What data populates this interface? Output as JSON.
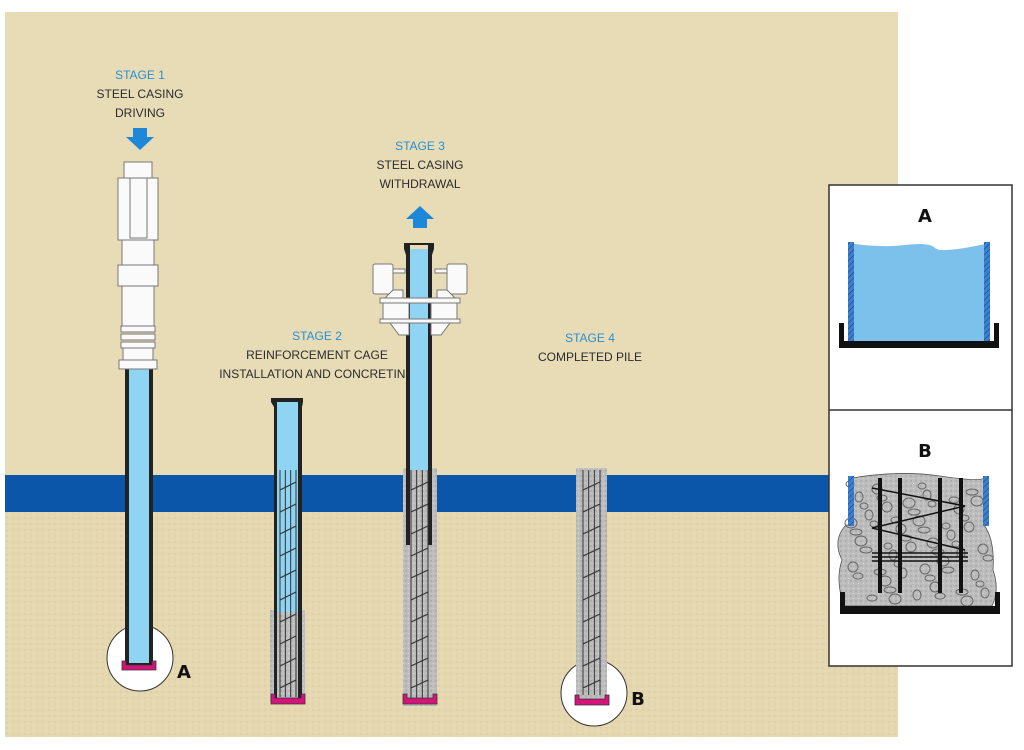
{
  "stages": [
    {
      "stage": "STAGE 1",
      "line1": "STEEL CASING",
      "line2": "DRIVING"
    },
    {
      "stage": "STAGE 2",
      "line1": "REINFORCEMENT CAGE",
      "line2": "INSTALLATION AND CONCRETING"
    },
    {
      "stage": "STAGE 3",
      "line1": "STEEL CASING",
      "line2": "WITHDRAWAL"
    },
    {
      "stage": "STAGE 4",
      "line1": "COMPLETED PILE"
    }
  ],
  "callouts": {
    "a": "A",
    "b": "B"
  },
  "detail": {
    "a_title": "A",
    "b_title": "B"
  },
  "colors": {
    "soil": "#e7dab4",
    "water": "#0b56a8",
    "slurry": "#8fd4f2",
    "concrete": "#b9b9b9",
    "shoe": "#d4147a",
    "stage_text": "#2a8fd0"
  }
}
